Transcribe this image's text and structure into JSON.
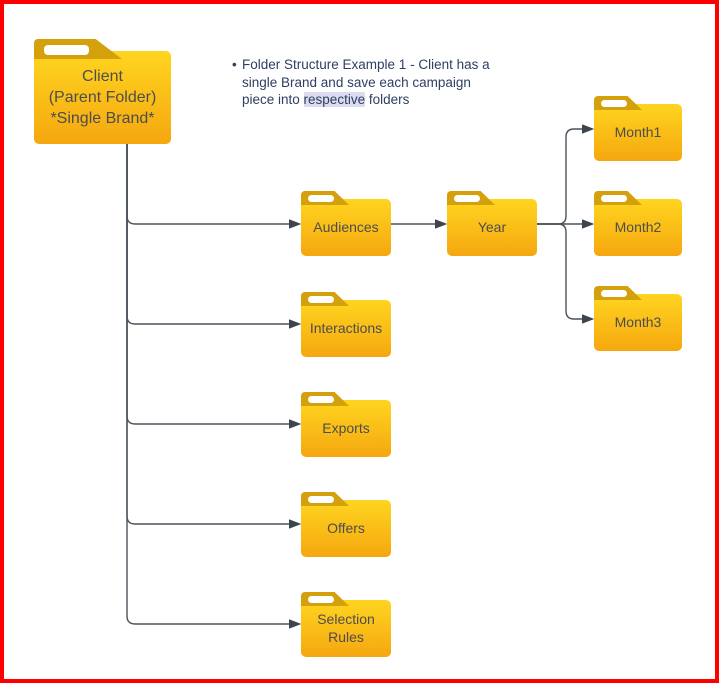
{
  "note": {
    "bullet": "•",
    "text_before": "Folder Structure Example 1 - Client has a single Brand and save each campaign piece into ",
    "highlighted_word": "respective",
    "text_after": " folders"
  },
  "folders": {
    "client": {
      "label": "Client\n(Parent Folder)\n*Single Brand*"
    },
    "audiences": {
      "label": "Audiences"
    },
    "interactions": {
      "label": "Interactions"
    },
    "exports": {
      "label": "Exports"
    },
    "offers": {
      "label": "Offers"
    },
    "selection_rules": {
      "label": "Selection Rules"
    },
    "year": {
      "label": "Year"
    },
    "month1": {
      "label": "Month1"
    },
    "month2": {
      "label": "Month2"
    },
    "month3": {
      "label": "Month3"
    }
  },
  "colors": {
    "page_border": "#ff0000",
    "folder_gradient_top": "#ffd520",
    "folder_gradient_bottom": "#f5a70f",
    "folder_tab": "#d4a10d",
    "folder_text": "#4d4d4d",
    "connector": "#454d56",
    "note_text": "#2f3e62",
    "note_highlight": "#dcdcf0"
  }
}
